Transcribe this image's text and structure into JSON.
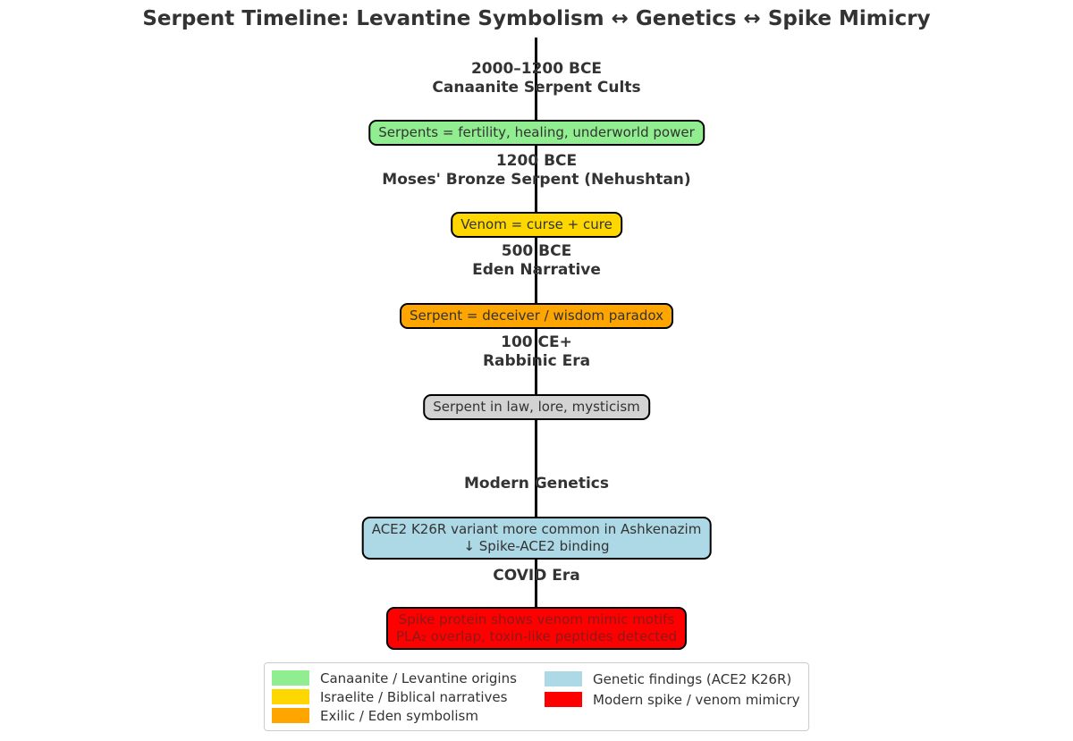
{
  "title": "Serpent Timeline: Levantine Symbolism ↔ Genetics ↔ Spike Mimicry",
  "timeline": {
    "axis_color": "#000000",
    "events": [
      {
        "date": "2000–1200 BCE",
        "name": "Canaanite Serpent Cults",
        "box": {
          "lines": [
            "Serpents = fertility, healing, underworld power"
          ],
          "bg": "#90EE90"
        }
      },
      {
        "date": "1200 BCE",
        "name": "Moses' Bronze Serpent (Nehushtan)",
        "box": {
          "lines": [
            "Venom = curse + cure"
          ],
          "bg": "#FFD700"
        }
      },
      {
        "date": "500 BCE",
        "name": "Eden Narrative",
        "box": {
          "lines": [
            "Serpent = deceiver / wisdom paradox"
          ],
          "bg": "#FFA500"
        }
      },
      {
        "date": "100 CE+",
        "name": "Rabbinic Era",
        "box": {
          "lines": [
            "Serpent in law, lore, mysticism"
          ],
          "bg": "#D3D3D3"
        }
      },
      {
        "name": "Modern Genetics",
        "box": {
          "lines": [
            "ACE2 K26R variant more common in Ashkenazim",
            "↓ Spike-ACE2 binding"
          ],
          "bg": "#ADD8E6"
        }
      },
      {
        "name": "COVID Era",
        "box": {
          "lines": [
            "Spike protein shows venom mimic motifs",
            "PLA₂ overlap, toxin-like peptides detected"
          ],
          "bg": "#FF0000",
          "text_color": "#8B1A1A"
        }
      }
    ]
  },
  "legend": {
    "columns": [
      [
        {
          "label": "Canaanite / Levantine origins",
          "color": "#90EE90"
        },
        {
          "label": "Israelite / Biblical narratives",
          "color": "#FFD700"
        },
        {
          "label": "Exilic / Eden symbolism",
          "color": "#FFA500"
        }
      ],
      [
        {
          "label": "Genetic findings (ACE2 K26R)",
          "color": "#ADD8E6"
        },
        {
          "label": "Modern spike / venom mimicry",
          "color": "#FF0000"
        }
      ]
    ]
  }
}
